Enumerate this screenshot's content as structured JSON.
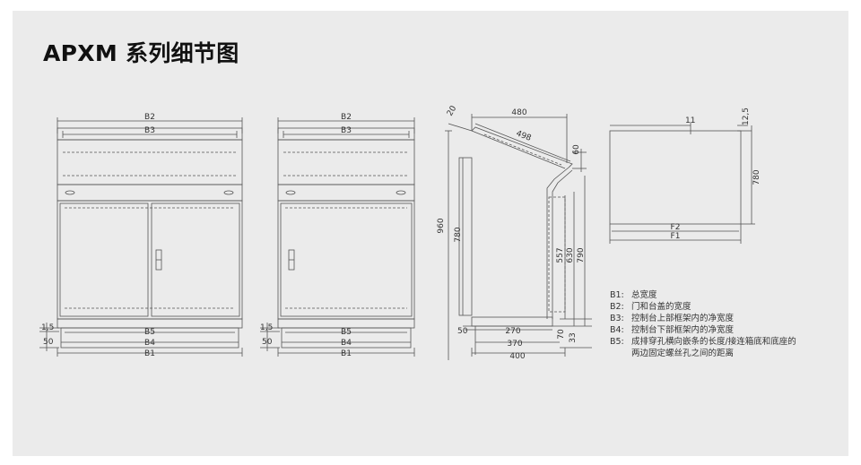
{
  "title": "APXM 系列细节图",
  "front_view_1": {
    "top_labels": [
      "B2",
      "B3"
    ],
    "bottom_labels": [
      "B5",
      "B4",
      "B1"
    ],
    "side_labels": [
      "1,5",
      "50"
    ]
  },
  "front_view_2": {
    "top_labels": [
      "B2",
      "B3"
    ],
    "bottom_labels": [
      "B5",
      "B4",
      "B1"
    ],
    "side_labels": [
      "1,5",
      "50"
    ]
  },
  "side_view": {
    "dims": [
      "20",
      "480",
      "498",
      "60",
      "960",
      "780",
      "557",
      "630",
      "790",
      "50",
      "270",
      "370",
      "400",
      "70",
      "33"
    ]
  },
  "plate_view": {
    "dims": [
      "11",
      "12,5",
      "780",
      "F2",
      "F1"
    ]
  },
  "legend": [
    {
      "key": "B1:",
      "text": "总宽度"
    },
    {
      "key": "B2:",
      "text": "门和台盖的宽度"
    },
    {
      "key": "B3:",
      "text": "控制台上部框架内的净宽度"
    },
    {
      "key": "B4:",
      "text": "控制台下部框架内的净宽度"
    },
    {
      "key": "B5:",
      "text": "成排穿孔横向嵌条的长度/接连箱底和底座的"
    },
    {
      "key": "",
      "text": "两边固定螺丝孔之间的距离"
    }
  ],
  "colors": {
    "background": "#ebebeb",
    "line": "#555555",
    "text": "#333333"
  }
}
